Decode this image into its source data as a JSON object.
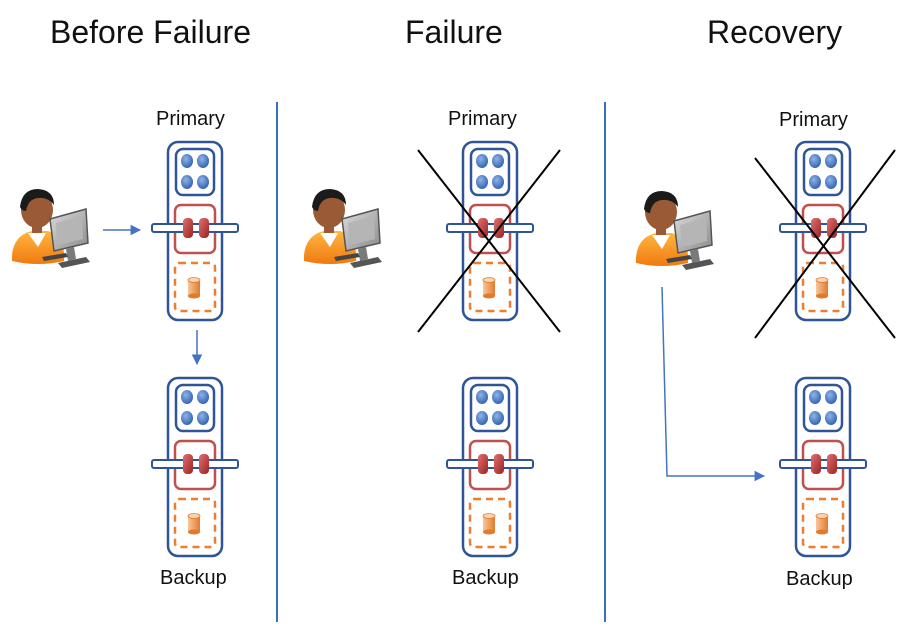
{
  "panels": [
    {
      "title": "Before Failure",
      "primary_label": "Primary",
      "backup_label": "Backup"
    },
    {
      "title": "Failure",
      "primary_label": "Primary",
      "backup_label": "Backup"
    },
    {
      "title": "Recovery",
      "primary_label": "Primary",
      "backup_label": "Backup"
    }
  ],
  "icons": {
    "user": "user-at-computer-icon",
    "server": "server-rack-icon",
    "cross": "failure-cross-icon"
  },
  "colors": {
    "divider": "#3a6fbf",
    "server_outline": "#2f5597",
    "processor_border": "#c0504d",
    "storage_border": "#ed7d31",
    "arrow": "#4472c4",
    "cross": "#000000"
  }
}
